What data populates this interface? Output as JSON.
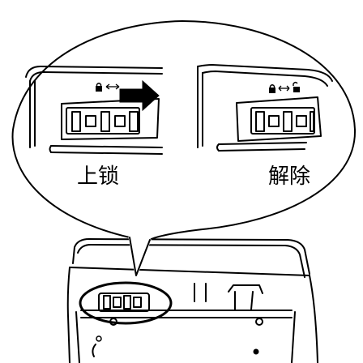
{
  "diagram": {
    "lock_label": "上锁",
    "unlock_label": "解除",
    "lock_arrow_direction": "right",
    "lock_icon": "padlock-icon",
    "swap_icon": "double-arrow-icon",
    "unlock_icon": "open-padlock-icon",
    "line_color": "#000000",
    "background_color": "#ffffff"
  }
}
